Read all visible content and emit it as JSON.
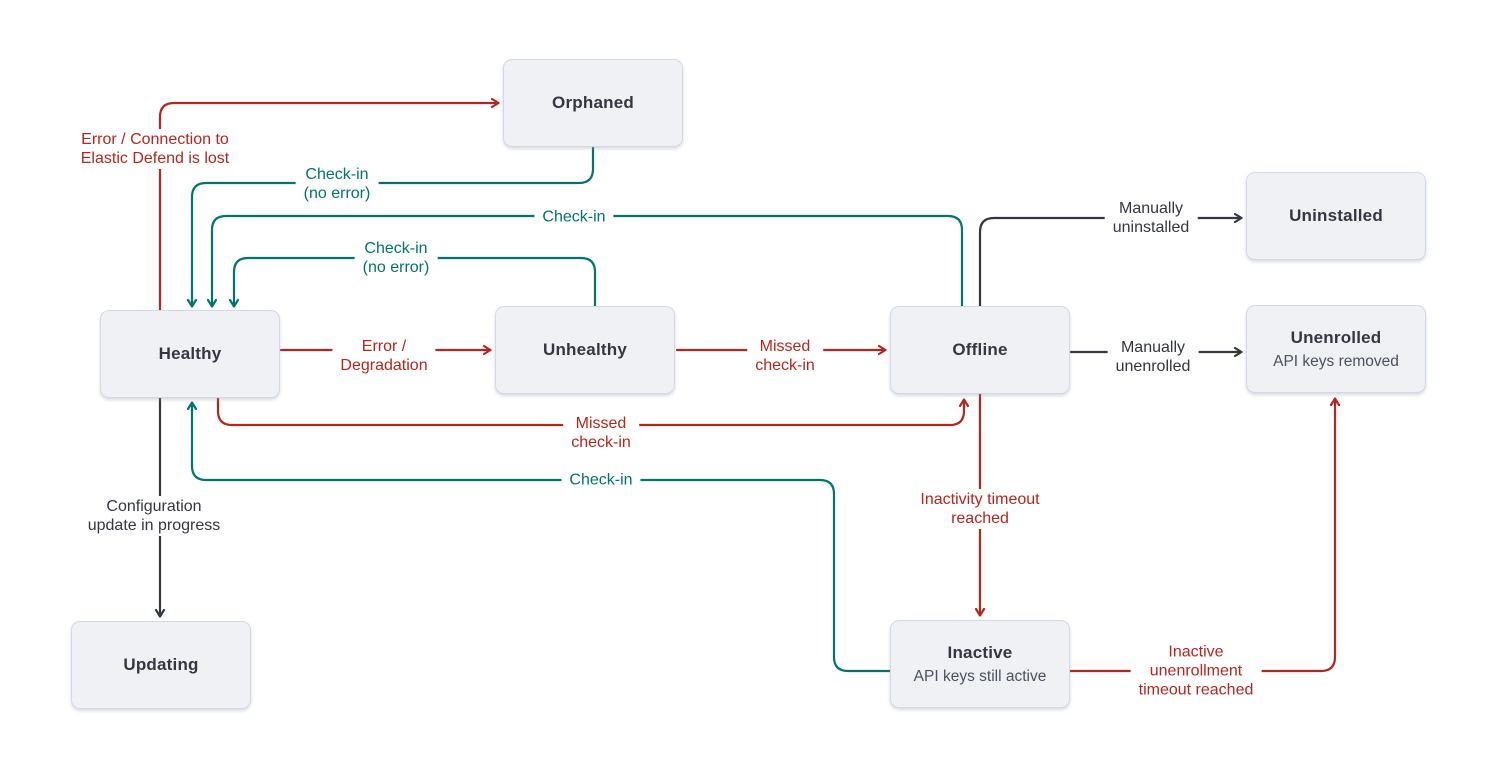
{
  "colors": {
    "error_red": "#b4271e",
    "checkin_teal": "#00756b",
    "neutral_dark": "#343741",
    "node_fill": "#f0f1f4",
    "node_border": "#d3dae6"
  },
  "nodes": {
    "orphaned": {
      "label": "Orphaned"
    },
    "uninstalled": {
      "label": "Uninstalled"
    },
    "healthy": {
      "label": "Healthy"
    },
    "unhealthy": {
      "label": "Unhealthy"
    },
    "offline": {
      "label": "Offline"
    },
    "unenrolled": {
      "label": "Unenrolled",
      "sublabel": "API keys removed"
    },
    "updating": {
      "label": "Updating"
    },
    "inactive": {
      "label": "Inactive",
      "sublabel": "API keys still active"
    }
  },
  "edge_labels": {
    "error_connection": {
      "line1": "Error / Connection to",
      "line2": "Elastic Defend is lost"
    },
    "checkin_from_orphaned": {
      "line1": "Check-in",
      "line2": "(no error)"
    },
    "checkin_from_offline": {
      "line1": "Check-in"
    },
    "checkin_from_unhealthy": {
      "line1": "Check-in",
      "line2": "(no error)"
    },
    "error_degradation": {
      "line1": "Error /",
      "line2": "Degradation"
    },
    "missed_checkin_unhealthy": {
      "line1": "Missed",
      "line2": "check-in"
    },
    "manually_uninstalled": {
      "line1": "Manually",
      "line2": "uninstalled"
    },
    "manually_unenrolled": {
      "line1": "Manually",
      "line2": "unenrolled"
    },
    "missed_checkin_healthy": {
      "line1": "Missed",
      "line2": "check-in"
    },
    "checkin_from_inactive": {
      "line1": "Check-in"
    },
    "configuration_update": {
      "line1": "Configuration",
      "line2": "update in progress"
    },
    "inactivity_timeout": {
      "line1": "Inactivity timeout",
      "line2": "reached"
    },
    "inactive_unenrollment": {
      "line1": "Inactive",
      "line2": "unenrollment",
      "line3": "timeout reached"
    }
  }
}
